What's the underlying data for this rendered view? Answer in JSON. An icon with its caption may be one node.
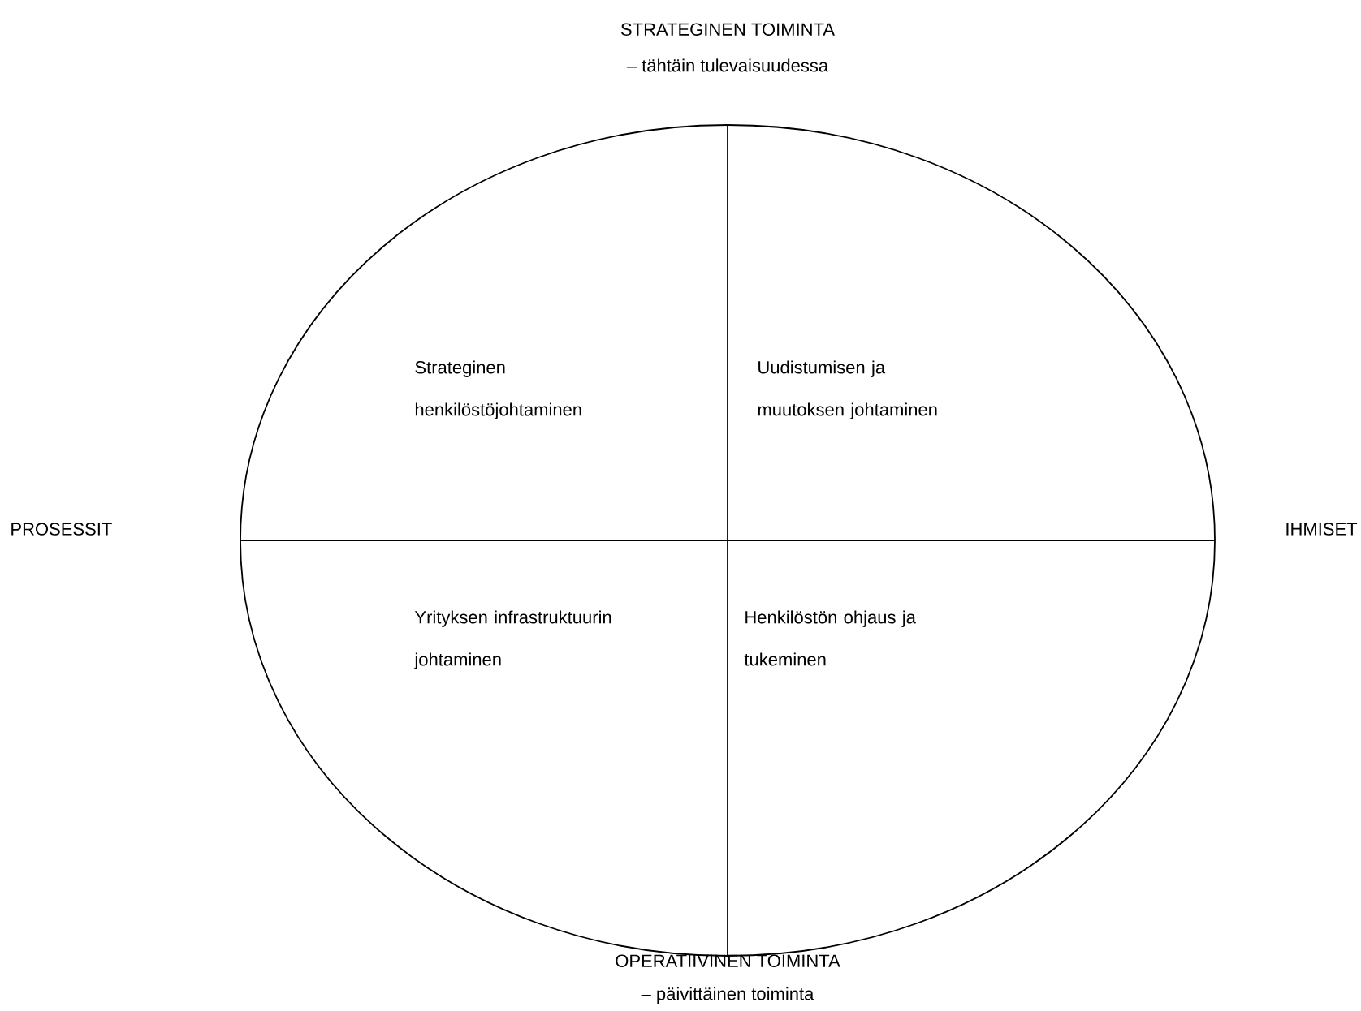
{
  "diagram": {
    "labels": [
      "STRATEGINEN TOIMINTA",
      "– tähtäin tulevaisuudessa",
      "Strateginen henkilöstöjohtaminen",
      "Uudistumisen ja muutoksen johtaminen",
      "PROSESSIT",
      "IHMISET",
      "Yrityksen infrastruktuurin johtaminen",
      "Henkilöstön ohjaus ja tukeminen",
      "OPERATIIVINEN TOIMINTA",
      "– päivittäinen toiminta"
    ]
  }
}
